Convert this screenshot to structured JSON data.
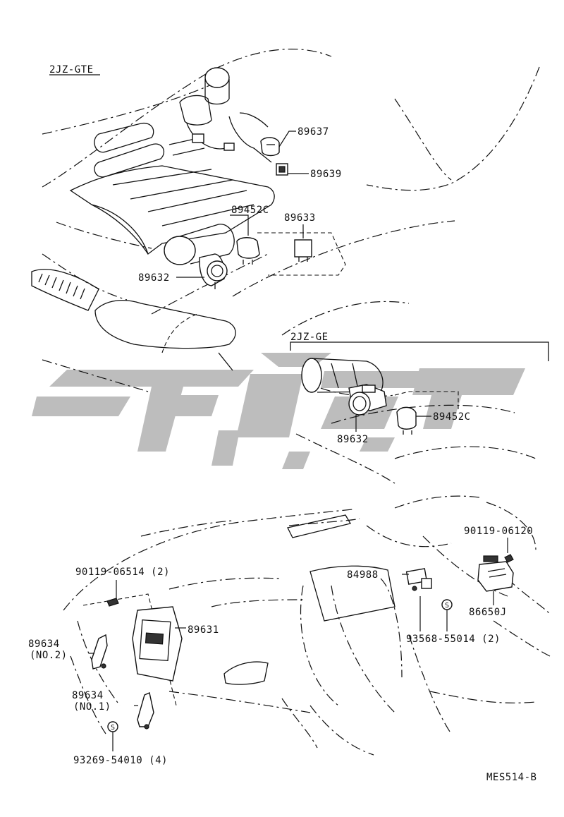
{
  "sections": {
    "top": "2JZ-GTE",
    "middle": "2JZ-GE"
  },
  "labels": {
    "p89637": "89637",
    "p89639": "89639",
    "p89452c_top": "89452C",
    "p89633": "89633",
    "p89632_top": "89632",
    "p89452c_mid": "89452C",
    "p89632_mid": "89632",
    "p90119_06120": "90119-06120",
    "p84988": "84988",
    "p86650j": "86650J",
    "p93568_55014": "93568-55014 (2)",
    "p90119_06514": "90119-06514 (2)",
    "p89631": "89631",
    "p89634_no2": "89634",
    "p89634_no2_sub": "(NO.2)",
    "p89634_no1": "89634",
    "p89634_no1_sub": "(NO.1)",
    "p93269_54010": "93269-54010 (4)",
    "s_mark": "S"
  },
  "figure_code": "MES514-B"
}
